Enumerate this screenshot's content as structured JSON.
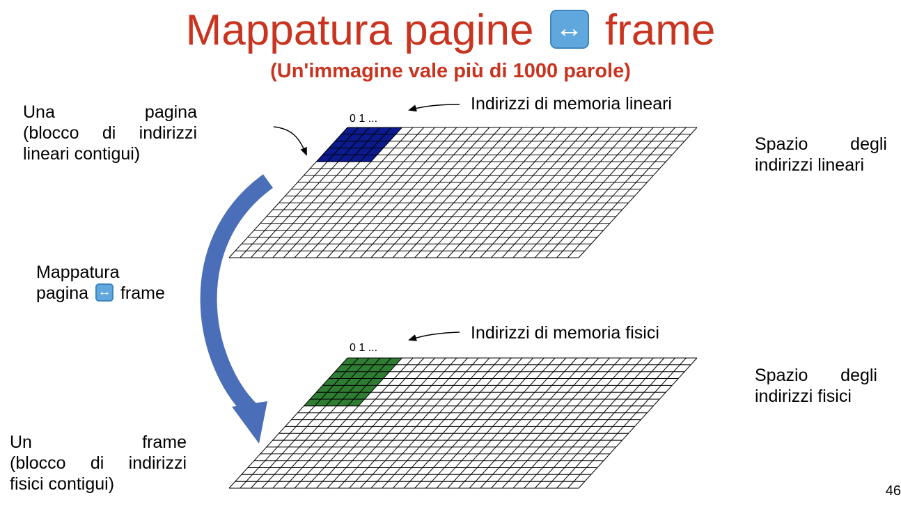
{
  "title": {
    "before": "Mappatura pagine",
    "icon": "left-right-arrow-icon",
    "after": "frame",
    "subtitle": "(Un'immagine vale più di 1000 parole)"
  },
  "labels": {
    "page": [
      "Una pagina",
      "(blocco di indirizzi",
      "lineari contigui)"
    ],
    "frame": [
      "Un frame",
      "(blocco di indirizzi",
      "fisici contigui)"
    ],
    "mapping": {
      "line1": "Mappatura",
      "before": "pagina",
      "after": "frame"
    },
    "linear_addresses": "Indirizzi di memoria  lineari",
    "physical_addresses": "Indirizzi di memoria fisici",
    "zero_one_top": "0 1 ...",
    "zero_one_bottom": "0 1 ...",
    "linear_space": [
      "Spazio degli",
      "indirizzi lineari"
    ],
    "physical_space": [
      "Spazio degli",
      "indirizzi fisici"
    ]
  },
  "page_number": "46",
  "colors": {
    "title": "#c8341f",
    "page_block": "#0b1a8c",
    "frame_block": "#2e7d32",
    "mapping_arrow": "#4a6fb8"
  }
}
